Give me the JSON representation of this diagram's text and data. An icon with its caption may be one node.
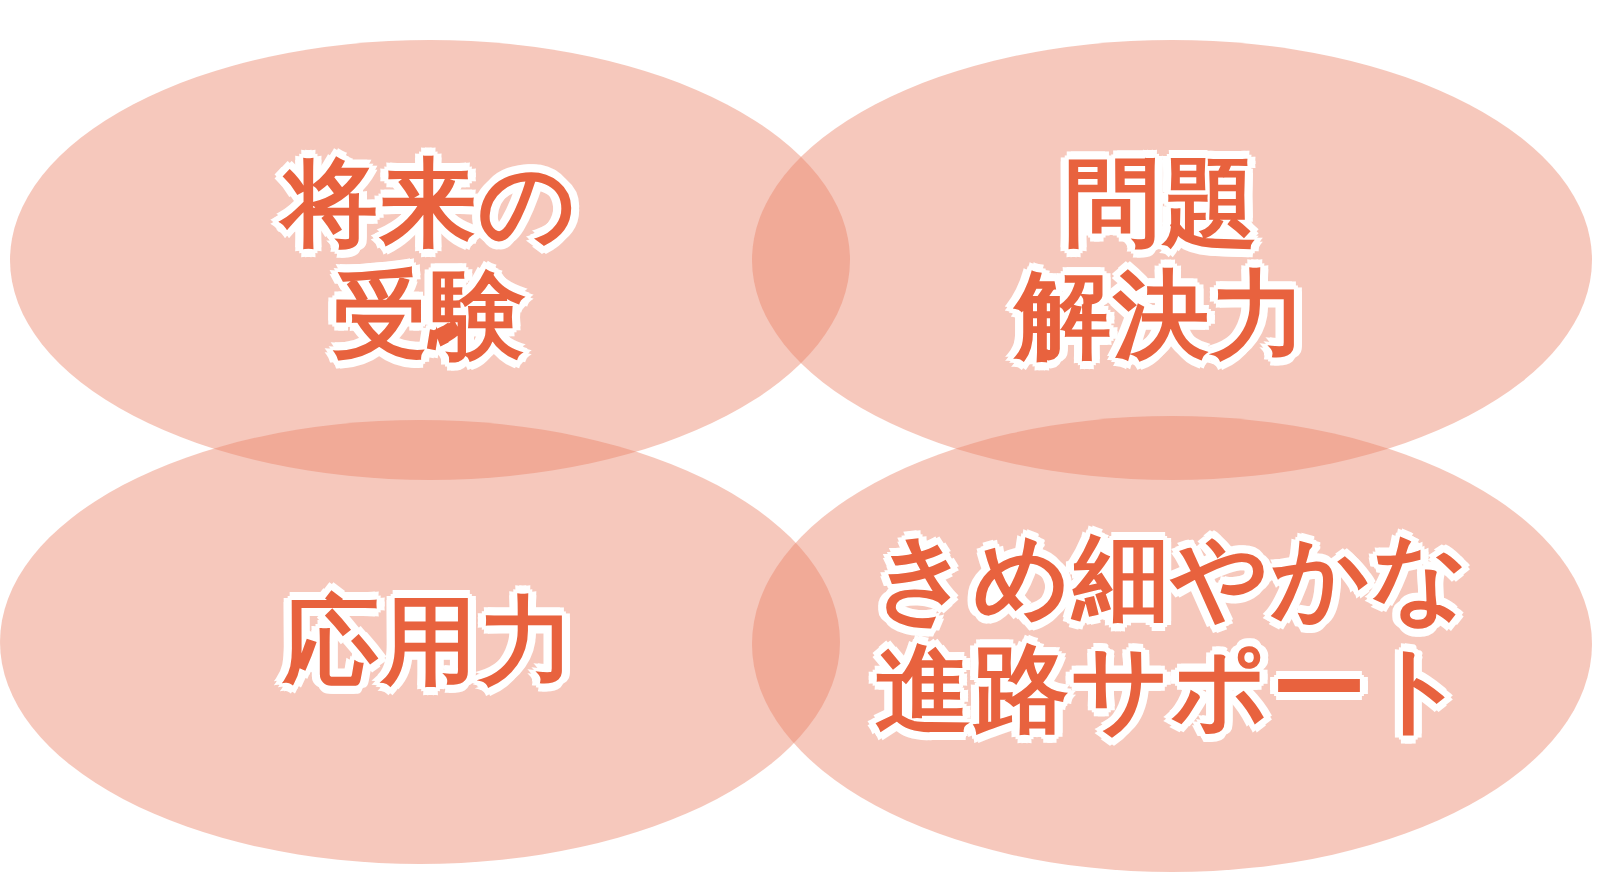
{
  "diagram": {
    "nodes": [
      {
        "text": [
          "将来の受験"
        ]
      },
      {
        "text": [
          "問題解決力"
        ]
      },
      {
        "text": [
          "応用力"
        ]
      },
      {
        "text": [
          "きめ細やかな進路サポート"
        ]
      }
    ]
  }
}
